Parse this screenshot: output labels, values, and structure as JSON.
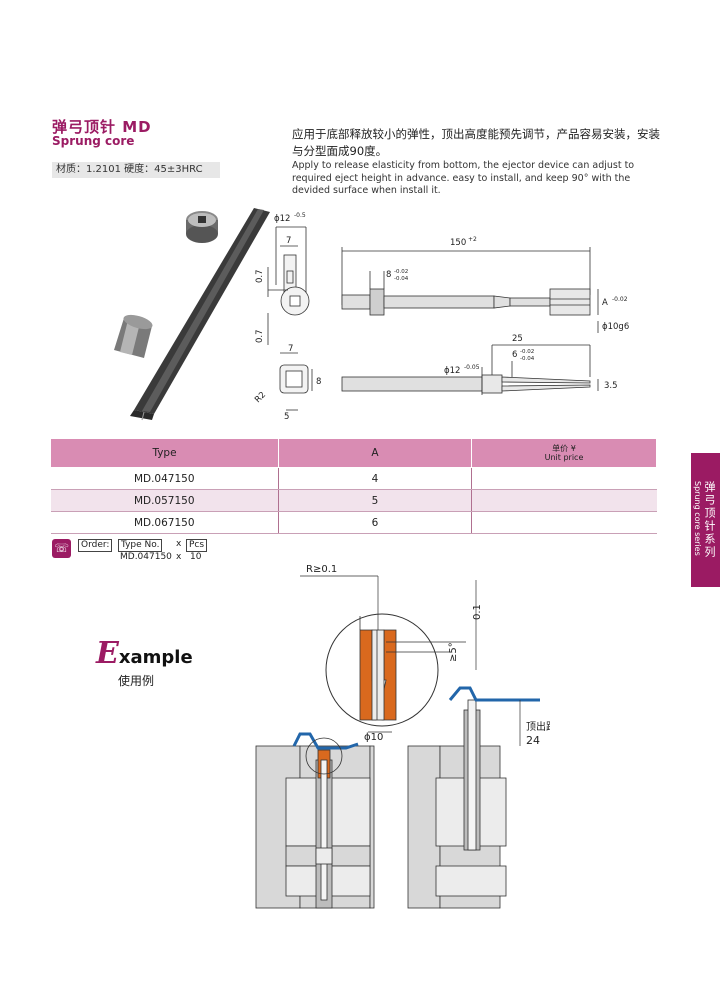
{
  "product": {
    "title_cn": "弹弓顶针 MD",
    "title_en": "Sprung core",
    "material": "材质：1.2101  硬度：45±3HRC",
    "desc_cn": "应用于底部释放较小的弹性，顶出高度能预先调节，产品容易安装，安装与分型面成90度。",
    "desc_en": "Apply to release elasticity from bottom, the ejector device can adjust to required eject height in advance. easy to install, and keep 90° with the devided surface when install it."
  },
  "drawing": {
    "dim_phi12_05": "ϕ12",
    "dim_phi12_05_tol": "-0.5",
    "dim_7": "7",
    "dim_0_7a": "0.7",
    "dim_0_7b": "0.7",
    "dim_150": "150",
    "dim_150_tol": "+2",
    "dim_8": "8",
    "dim_8_tol_up": "-0.02",
    "dim_8_tol_dn": "-0.04",
    "dim_A": "A",
    "dim_A_tol": "-0.02",
    "dim_phi10": "ϕ10g6",
    "dim_7b": "7",
    "dim_8b": "8",
    "dim_R2": "R2",
    "dim_5": "5",
    "dim_25": "25",
    "dim_6": "6",
    "dim_6_tol_up": "-0.02",
    "dim_6_tol_dn": "-0.04",
    "dim_phi12_005": "ϕ12",
    "dim_phi12_005_tol": "-0.05",
    "dim_3_5": "3.5"
  },
  "table": {
    "headers": {
      "type": "Type",
      "a": "A",
      "price_cn": "单价 ¥",
      "price_en": "Unit price"
    },
    "rows": [
      {
        "type": "MD.047150",
        "a": "4",
        "price": ""
      },
      {
        "type": "MD.057150",
        "a": "5",
        "price": ""
      },
      {
        "type": "MD.067150",
        "a": "6",
        "price": ""
      }
    ]
  },
  "side_tab": {
    "cn": "弹弓顶针系列",
    "en": "Sprung core series"
  },
  "order": {
    "label": "Order:",
    "type_no": "Type No.",
    "x1": "x",
    "pcs": "Pcs",
    "value_type": "MD.047150",
    "x2": "x",
    "value_pcs": "10"
  },
  "example": {
    "cap": "E",
    "rest": "xample",
    "cn": "使用例"
  },
  "usage": {
    "r": "R≥0.1",
    "d01": "0.1",
    "angle": "≥5°",
    "phi10": "ϕ10",
    "eject_cn": "顶出距离",
    "eject_val": "24"
  },
  "colors": {
    "brand": "#9b1b63",
    "table_header": "#d98cb3",
    "row_alt": "#f2e3ec",
    "orange": "#d9691e",
    "blue": "#2266aa"
  }
}
